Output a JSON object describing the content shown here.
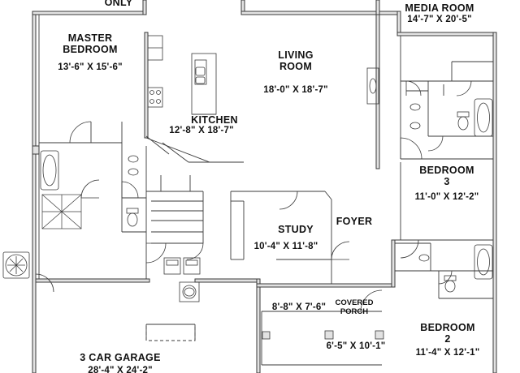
{
  "plan": {
    "colors": {
      "wall": "#3a3a3a",
      "wall_fill": "#e2e2e2",
      "ink": "#111111",
      "background": "#ffffff"
    },
    "rooms": [
      {
        "id": "only",
        "name": "ONLY",
        "dims": ""
      },
      {
        "id": "master-bedroom",
        "name": "MASTER BEDROOM",
        "name_lines": [
          "MASTER",
          "BEDROOM"
        ],
        "dims": "13'-6\" X 15'-6\""
      },
      {
        "id": "living-room",
        "name": "LIVING ROOM",
        "name_lines": [
          "LIVING",
          "ROOM"
        ],
        "dims": "18'-0\" X 18'-7\""
      },
      {
        "id": "media-room",
        "name": "MEDIA ROOM",
        "name_lines": [
          "MEDIA ROOM"
        ],
        "dims": "14'-7\" X 20'-5\""
      },
      {
        "id": "kitchen",
        "name": "KITCHEN",
        "name_lines": [
          "KITCHEN"
        ],
        "dims": "12'-8\" X 18'-7\""
      },
      {
        "id": "bedroom-3",
        "name": "BEDROOM 3",
        "name_lines": [
          "BEDROOM",
          "3"
        ],
        "dims": "11'-0\" X 12'-2\""
      },
      {
        "id": "study",
        "name": "STUDY",
        "name_lines": [
          "STUDY"
        ],
        "dims": "10'-4\" X 11'-8\""
      },
      {
        "id": "foyer",
        "name": "FOYER",
        "name_lines": [
          "FOYER"
        ],
        "dims": ""
      },
      {
        "id": "unlabeled",
        "name": "",
        "name_lines": [],
        "dims": "8'-8\" X 7'-6\""
      },
      {
        "id": "covered-porch",
        "name": "COVERED PORCH",
        "name_lines": [
          "COVERED",
          "PORCH"
        ],
        "dims": "6'-5\" X 10'-1\""
      },
      {
        "id": "bedroom-2",
        "name": "BEDROOM 2",
        "name_lines": [
          "BEDROOM",
          "2"
        ],
        "dims": "11'-4\" X 12'-1\""
      },
      {
        "id": "garage",
        "name": "3 CAR GARAGE",
        "name_lines": [
          "3 CAR GARAGE"
        ],
        "dims": "28'-4\" X 24'-2\""
      }
    ],
    "fixtures": [
      "sink-icon",
      "stove-icon",
      "refrigerator-icon",
      "bathtub-icon",
      "toilet-icon",
      "shower-icon",
      "washer-icon",
      "dryer-icon",
      "water-heater-icon",
      "ac-unit-icon",
      "fireplace-icon"
    ]
  }
}
